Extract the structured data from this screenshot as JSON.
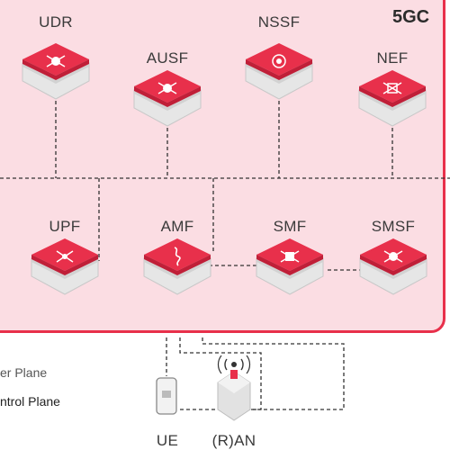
{
  "region_label": "5GC",
  "nodes": {
    "udr": "UDR",
    "nssf": "NSSF",
    "ausf": "AUSF",
    "nef": "NEF",
    "upf": "UPF",
    "amf": "AMF",
    "smf": "SMF",
    "smsf": "SMSF",
    "ue": "UE",
    "ran": "(R)AN"
  },
  "legend": {
    "user_plane": "er Plane",
    "control_plane": "ntrol Plane"
  },
  "colors": {
    "accent": "#e8304b",
    "region_fill": "#fbdde3",
    "cube_grey": "#d6d6d6"
  }
}
